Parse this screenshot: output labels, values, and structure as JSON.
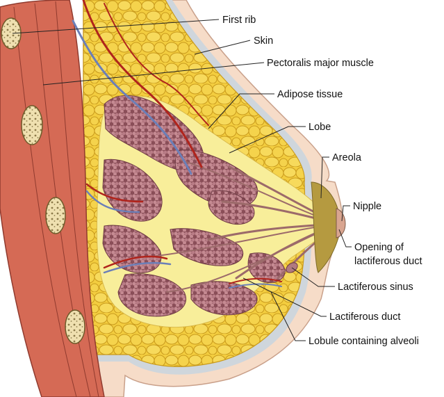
{
  "labels": {
    "first_rib": "First rib",
    "skin": "Skin",
    "pectoralis": "Pectoralis major muscle",
    "adipose": "Adipose tissue",
    "lobe": "Lobe",
    "areola": "Areola",
    "nipple": "Nipple",
    "opening_line1": "Opening of",
    "opening_line2": "lactiferous duct",
    "sinus": "Lactiferous sinus",
    "duct": "Lactiferous duct",
    "lobule": "Lobule containing alveoli"
  },
  "colors": {
    "skin": "#f6dcc8",
    "skin_edge": "#c9a08a",
    "fascia": "#cfd6dc",
    "adipose": "#f3cd3f",
    "adipose_edge": "#c99a1c",
    "stroma": "#f8ee9a",
    "lobule": "#c58a92",
    "lobule_edge": "#8a4e58",
    "duct": "#9c6a6a",
    "muscle": "#d56a55",
    "muscle_edge": "#8f3a2e",
    "rib": "#efe0b0",
    "artery": "#b0241c",
    "vein": "#6b7fb8",
    "areola": "#b59a40"
  }
}
